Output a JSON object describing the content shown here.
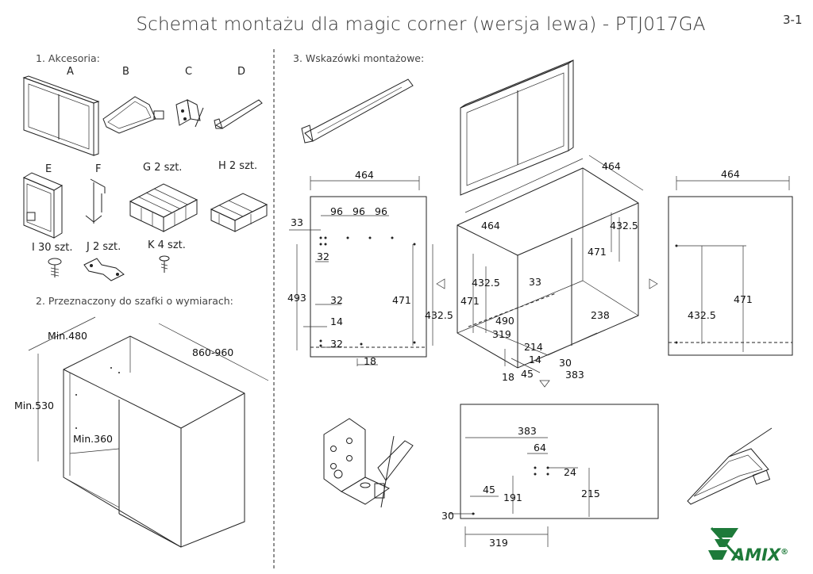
{
  "title": "Schemat montażu dla magic corner (wersja lewa) - PTJ017GA",
  "page_number": "3-1",
  "sections": {
    "accessories": "1. Akcesoria:",
    "intended": "2. Przeznaczony do szafki o wymiarach:",
    "hints": "3. Wskazówki montażowe:"
  },
  "accessory_labels": {
    "a": "A",
    "b": "B",
    "c": "C",
    "d": "D",
    "e": "E",
    "f": "F",
    "g": "G 2 szt.",
    "h": "H 2 szt.",
    "i": "I 30 szt.",
    "j": "J 2 szt.",
    "k": "K 4 szt."
  },
  "cabinet_dims": {
    "depth": "Min.480",
    "width": "860-960",
    "height": "Min.530",
    "inner": "Min.360"
  },
  "left_panel_dims": {
    "w": "464",
    "d33": "33",
    "d96a": "96",
    "d96b": "96",
    "d96c": "96",
    "d32a": "32",
    "d493": "493",
    "d32b": "32",
    "d14": "14",
    "d32c": "32",
    "d18": "18",
    "d471": "471",
    "d4325": "432.5"
  },
  "center_cab_dims": {
    "top464": "464",
    "side464": "464",
    "d4325a": "432.5",
    "d471a": "471",
    "d4325b": "432.5",
    "d471b": "471",
    "d33": "33",
    "d490": "490",
    "d319": "319",
    "d238": "238",
    "d214": "214",
    "d14": "14",
    "d30": "30",
    "d45": "45",
    "d18": "18",
    "d383": "383"
  },
  "right_panel_dims": {
    "w": "464",
    "d4325": "432.5",
    "d471": "471"
  },
  "bottom_panel_dims": {
    "d383": "383",
    "d64": "64",
    "d24": "24",
    "d45": "45",
    "d191": "191",
    "d215": "215",
    "d30": "30",
    "d319": "319"
  },
  "logo": {
    "text": "AMIX",
    "reg": "®",
    "color": "#1e7a3a"
  }
}
